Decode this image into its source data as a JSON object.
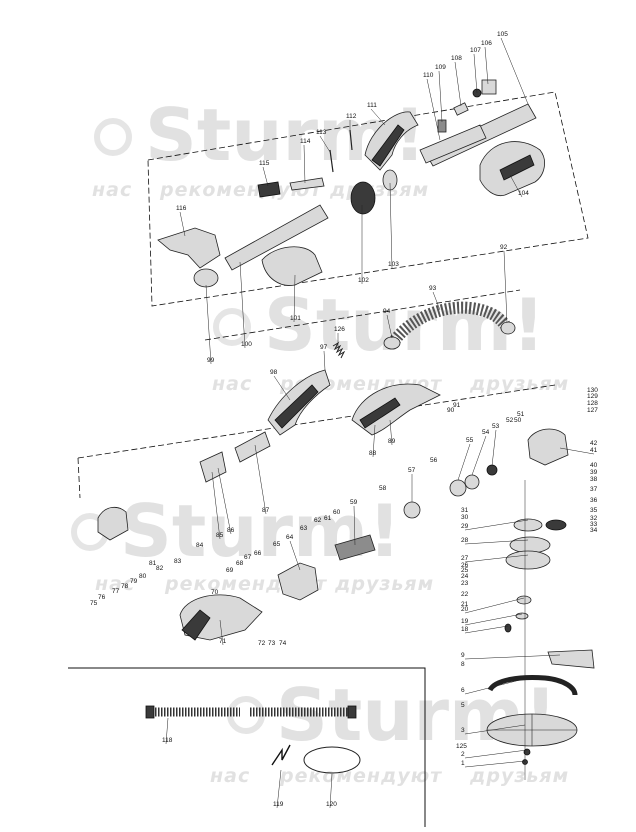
{
  "watermark": {
    "brand": "Sturm!",
    "slogan_words": [
      "нас",
      "рекомендуют",
      "друзьям"
    ]
  },
  "colors": {
    "line": "#222222",
    "part": "#d9d9d9",
    "dark": "#3a3a3a",
    "watermark": "#c9c9c9"
  },
  "part_labels": [
    "1",
    "2",
    "3",
    "5",
    "6",
    "8",
    "9",
    "18",
    "19",
    "20",
    "21",
    "22",
    "23",
    "24",
    "25",
    "26",
    "27",
    "28",
    "29",
    "30",
    "31",
    "32",
    "33",
    "34",
    "35",
    "36",
    "37",
    "38",
    "39",
    "40",
    "41",
    "42",
    "50",
    "51",
    "52",
    "53",
    "54",
    "55",
    "56",
    "57",
    "58",
    "59",
    "60",
    "61",
    "62",
    "63",
    "64",
    "65",
    "66",
    "67",
    "68",
    "69",
    "70",
    "71",
    "72",
    "73",
    "74",
    "75",
    "76",
    "77",
    "78",
    "79",
    "80",
    "81",
    "82",
    "83",
    "84",
    "85",
    "86",
    "87",
    "88",
    "89",
    "90",
    "91",
    "92",
    "93",
    "94",
    "97",
    "98",
    "99",
    "100",
    "101",
    "102",
    "103",
    "104",
    "105",
    "106",
    "107",
    "108",
    "109",
    "110",
    "111",
    "112",
    "113",
    "114",
    "115",
    "116",
    "118",
    "119",
    "120",
    "125",
    "126",
    "127",
    "128",
    "129",
    "130"
  ]
}
